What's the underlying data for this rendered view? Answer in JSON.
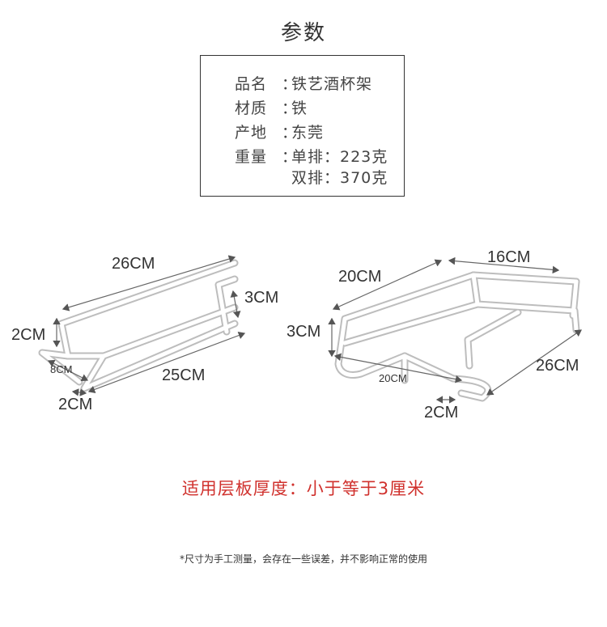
{
  "title": "参数",
  "specs": [
    {
      "key": "品名",
      "sep": "：",
      "value": "铁艺酒杯架"
    },
    {
      "key": "材质",
      "sep": "：",
      "value": "铁"
    },
    {
      "key": "产地",
      "sep": "：",
      "value": "东莞"
    },
    {
      "key": "重量",
      "sep": "：",
      "value": "单排：223克"
    },
    {
      "key": "",
      "sep": "",
      "value": "双排：370克"
    }
  ],
  "single_rack": {
    "dim_length_top": "26CM",
    "dim_height_left": "2CM",
    "dim_height_right": "3CM",
    "dim_inner": "8CM",
    "dim_length_bottom": "25CM",
    "dim_bottom": "2CM"
  },
  "double_rack": {
    "dim_top_left": "20CM",
    "dim_top_right": "16CM",
    "dim_height_left": "3CM",
    "dim_inner": "20CM",
    "dim_length_right": "26CM",
    "dim_bottom": "2CM"
  },
  "note_red": "适用层板厚度：小于等于3厘米",
  "note_small": "*尺寸为手工测量，会存在一些误差，并不影响正常的使用"
}
